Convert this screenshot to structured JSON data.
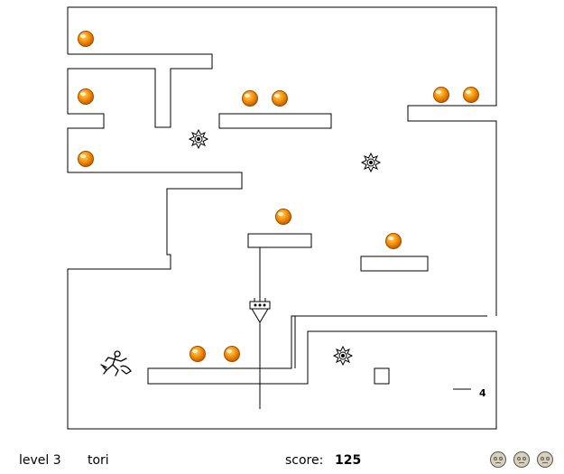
{
  "hud": {
    "level": "level 3",
    "player": "tori",
    "score_label": "score:",
    "score_value": "125"
  },
  "lives": [
    "face-icon",
    "face-icon",
    "face-icon"
  ],
  "counter": "4",
  "colors": {
    "orb_fill": "#f08c00",
    "orb_edge": "#b34f00",
    "orb_highlight": "#ffe6a0",
    "wall": "#000000"
  }
}
